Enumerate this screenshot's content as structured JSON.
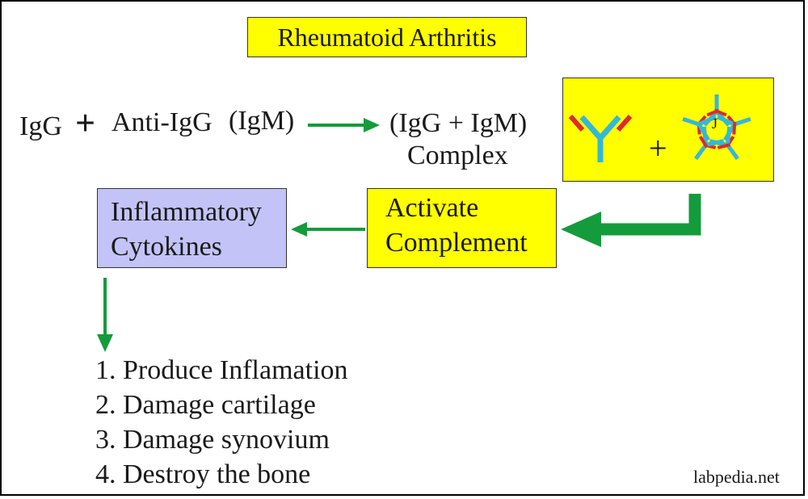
{
  "title": "Rheumatoid Arthritis",
  "equation": {
    "igg": "IgG",
    "plus": "+",
    "anti_igg": "Anti-IgG",
    "igm": "(IgM)",
    "complex_line1": "(IgG + IgM)",
    "complex_line2": "Complex"
  },
  "antibody_panel": {
    "plus": "+",
    "j_chain_label": "J",
    "colors": {
      "heavy_chain": "#35b7d7",
      "light_chain": "#de2a2a",
      "panel": "#ffff00"
    }
  },
  "complement_box": {
    "line1": "Activate",
    "line2": "Complement"
  },
  "cytokines_box": {
    "line1": "Inflammatory",
    "line2": "Cytokines"
  },
  "effects": [
    "1. Produce Inflamation",
    "2. Damage cartilage",
    "3. Damage synovium",
    "4. Destroy the bone"
  ],
  "watermark": "labpedia.net",
  "colors": {
    "arrow": "#149b3c",
    "highlight_box": "#ffff00",
    "cytokine_box": "#c3c3f8"
  }
}
